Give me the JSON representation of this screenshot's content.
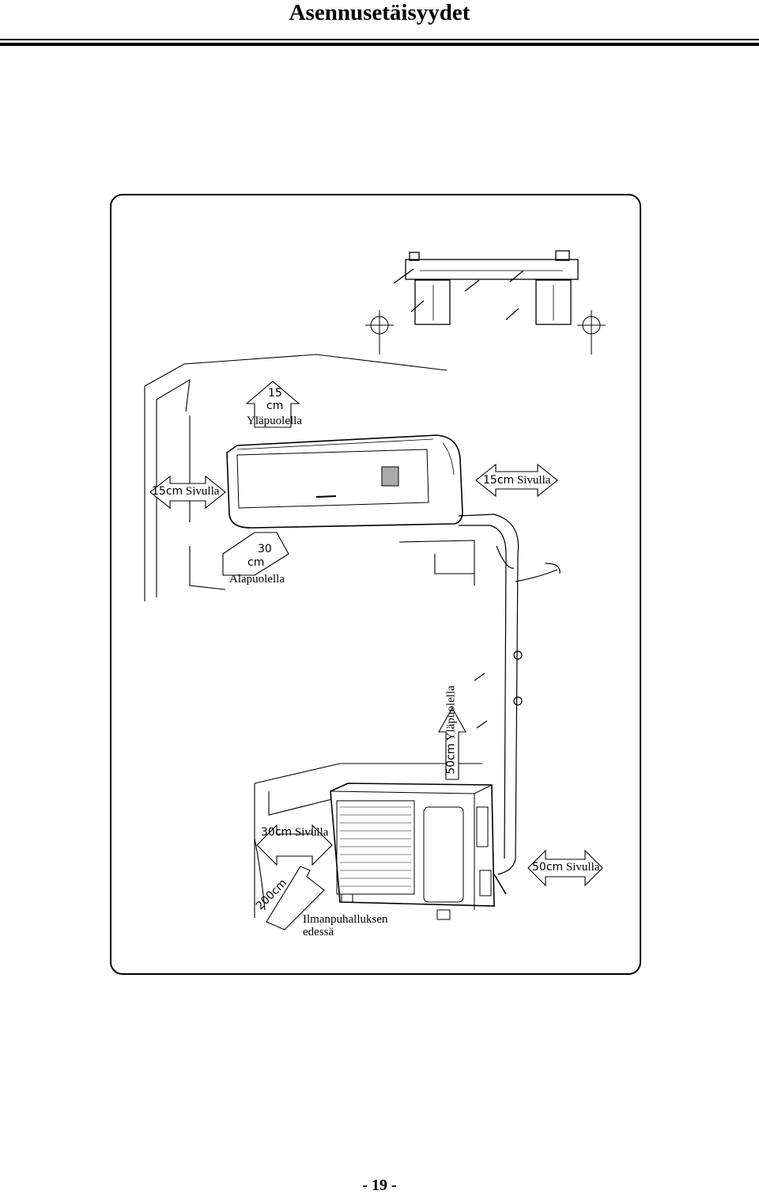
{
  "page": {
    "title": "Asennusetäisyydet",
    "page_number": "- 19 -"
  },
  "labels": {
    "top_value": "15",
    "top_unit": "cm",
    "top_text": "Yläpuolella",
    "left_side_value": "15cm",
    "left_side_text": "Sivulla",
    "right_side_value": "15cm",
    "right_side_text": "Sivulla",
    "below_value": "30",
    "below_unit": "cm",
    "below_text": "Alapuolella",
    "outdoor_top_value": "50cm",
    "outdoor_top_text": "Yläpuolella",
    "outdoor_left_value": "30cm",
    "outdoor_left_text": "Sivulla",
    "outdoor_right_value": "50cm",
    "outdoor_right_text": "Sivulla",
    "front_value": "200cm",
    "front_text_line1": "Ilmanpuhalluksen",
    "front_text_line2": "edessä"
  }
}
